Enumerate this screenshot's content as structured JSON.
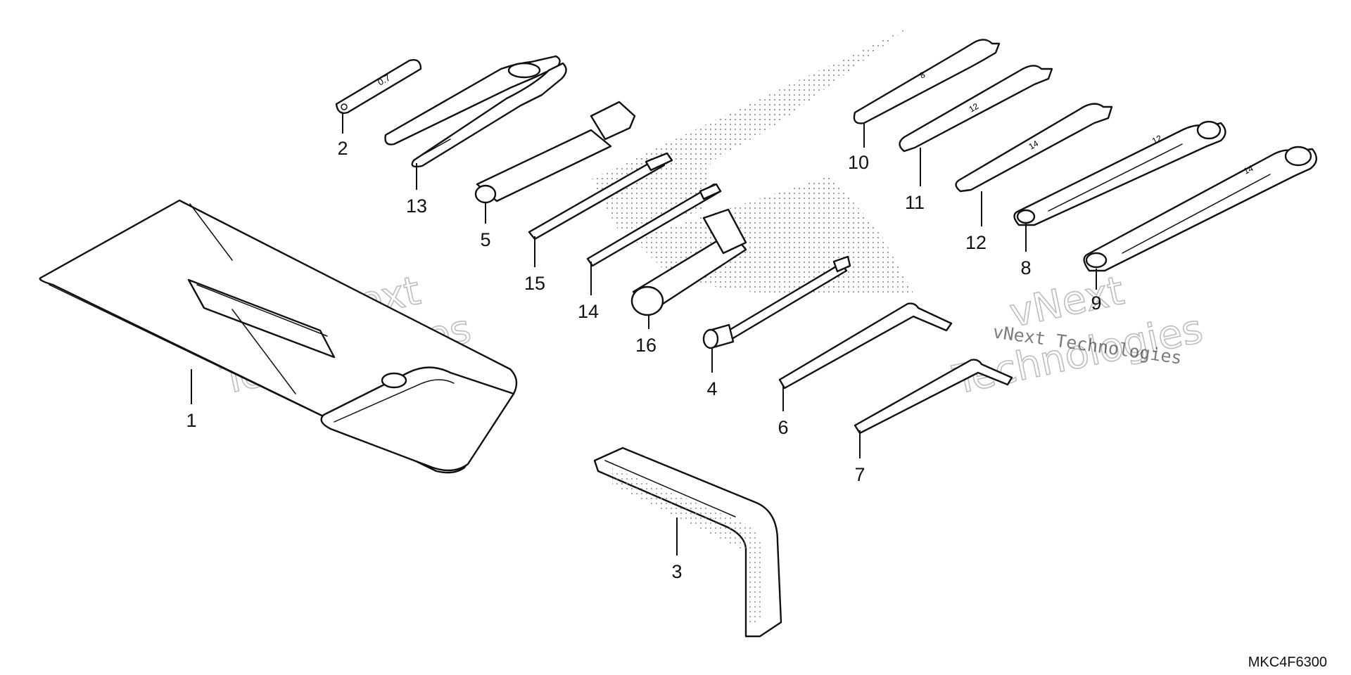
{
  "diagram": {
    "code": "MKC4F6300",
    "watermark": {
      "line1": "vNext",
      "line2": "Technologies",
      "inline": "vNext Technologies"
    },
    "callouts": [
      {
        "id": "1",
        "label": "1"
      },
      {
        "id": "2",
        "label": "2"
      },
      {
        "id": "3",
        "label": "3"
      },
      {
        "id": "4",
        "label": "4"
      },
      {
        "id": "5",
        "label": "5"
      },
      {
        "id": "6",
        "label": "6"
      },
      {
        "id": "7",
        "label": "7"
      },
      {
        "id": "8",
        "label": "8"
      },
      {
        "id": "9",
        "label": "9"
      },
      {
        "id": "10",
        "label": "10"
      },
      {
        "id": "11",
        "label": "11"
      },
      {
        "id": "12",
        "label": "12"
      },
      {
        "id": "13",
        "label": "13"
      },
      {
        "id": "14",
        "label": "14"
      },
      {
        "id": "15",
        "label": "15"
      },
      {
        "id": "16",
        "label": "16"
      }
    ],
    "part_marks": {
      "gauge": "0.7",
      "wrench_10": "8",
      "wrench_11": "12",
      "wrench_12": "14",
      "wrench_8": "12",
      "wrench_9": "14"
    }
  }
}
